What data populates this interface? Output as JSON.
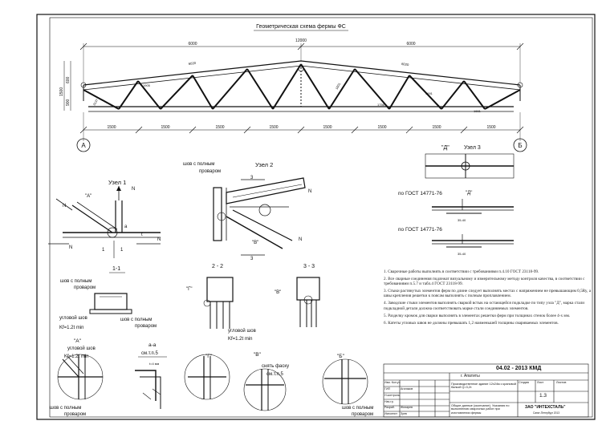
{
  "main_title": "Геометрическая схема фермы ФС",
  "truss": {
    "top_dims": [
      "6000",
      "6000"
    ],
    "center_dim": "12000",
    "height_dims": [
      "600",
      "900",
      "1500"
    ],
    "bottom_dims": [
      "1500",
      "1500",
      "1500",
      "1500",
      "1500",
      "1500",
      "1500",
      "1500"
    ],
    "axis_left": "А",
    "axis_right": "Б",
    "member_labels": [
      "6020",
      "6020",
      "1905",
      "3137",
      "1756",
      "1691",
      "1661",
      "1601",
      "2174",
      "1756",
      "1710",
      "1740",
      "1661"
    ]
  },
  "details": {
    "uzel1": "Узел 1",
    "uzel2": "Узел 2",
    "uzel3": "Узел 3",
    "uzel3_mark": "\"Д\"",
    "mark_a": "\"А\"",
    "mark_b": "\"Б\"",
    "mark_v": "\"В\"",
    "mark_g": "\"Г\"",
    "n": "N",
    "full_weld": "шов с полным проваром",
    "full_weld_l1": "шов с полным",
    "full_weld_l2": "проваром",
    "fillet_weld": "угловой шов",
    "kf": "Kf=1.2t min",
    "chamfer": "снять фаску",
    "chamfer_ref": "см.т.п.5",
    "see_tp5": "см.т.п.5",
    "sec_aa": "а-а",
    "sec_11": "1-1",
    "sec_22": "2 - 2",
    "sec_33": "3 - 3",
    "gost": "по ГОСТ 14771-76",
    "mark_d": "\"Д\"",
    "num_3": "3",
    "num_1": "1",
    "num_a": "a",
    "t_label": "t",
    "dim_3540": "35-40",
    "t4mm": "t=4 мм"
  },
  "notes": [
    "1. Сварочные работы выполнять в соответствии с требованиями п.4.10 ГОСТ 23118-99.",
    "2. Все сварные соединения подлежат визуальному и измерительному методу контроля качества, в соответствии с требованиями п.5.7 и табл.4 ГОСТ 23118-99.",
    "3. Стыки растянутых элементов ферм по длине следует выполнять местах с напряжением не превышающим 0,5Ry, а швы крепления решетки к поясам выполнять с полным проплавлением.",
    "4. Заводские стыки элементов выполнять сваркой встык на остающейся подкладке по типу узла \"Д\", марка стали подкладной детали должна соответствовать марке стали соединяемых элементов.",
    "5. Разделку кромок для сварки выполнять в элементах решетки ферм при толщинах стенок более 4-х мм.",
    "6. Катеты угловых швов не должны превышать 1,2 наименьшей толщины свариваемых элементов."
  ],
  "title_block": {
    "code": "04.02 - 2013 КМД",
    "place": "г. Апатиты",
    "object": "Производственное здание 12х24м с крановой балкой Q=3,2т.",
    "sheet_title": "Общие данные (окончание). Указания по выполнению сварочных работ при изготовлении фермы",
    "stage_h": "Стадия",
    "sheet_h": "Лист",
    "sheets_h": "Листов",
    "sheet_no": "1.3",
    "company": "ЗАО \"ИНТЕХСТАЛЬ\"",
    "company_sub": "Санкт-Петербург 2013",
    "rows": [
      "Изм. Кол.уч",
      "ГИП",
      "Н.контроль",
      "Нач.гр.",
      "Разраб.",
      "Исполнит"
    ],
    "names": [
      "",
      "Агалаков",
      "",
      "",
      "Жихарев",
      "Зуев"
    ]
  }
}
